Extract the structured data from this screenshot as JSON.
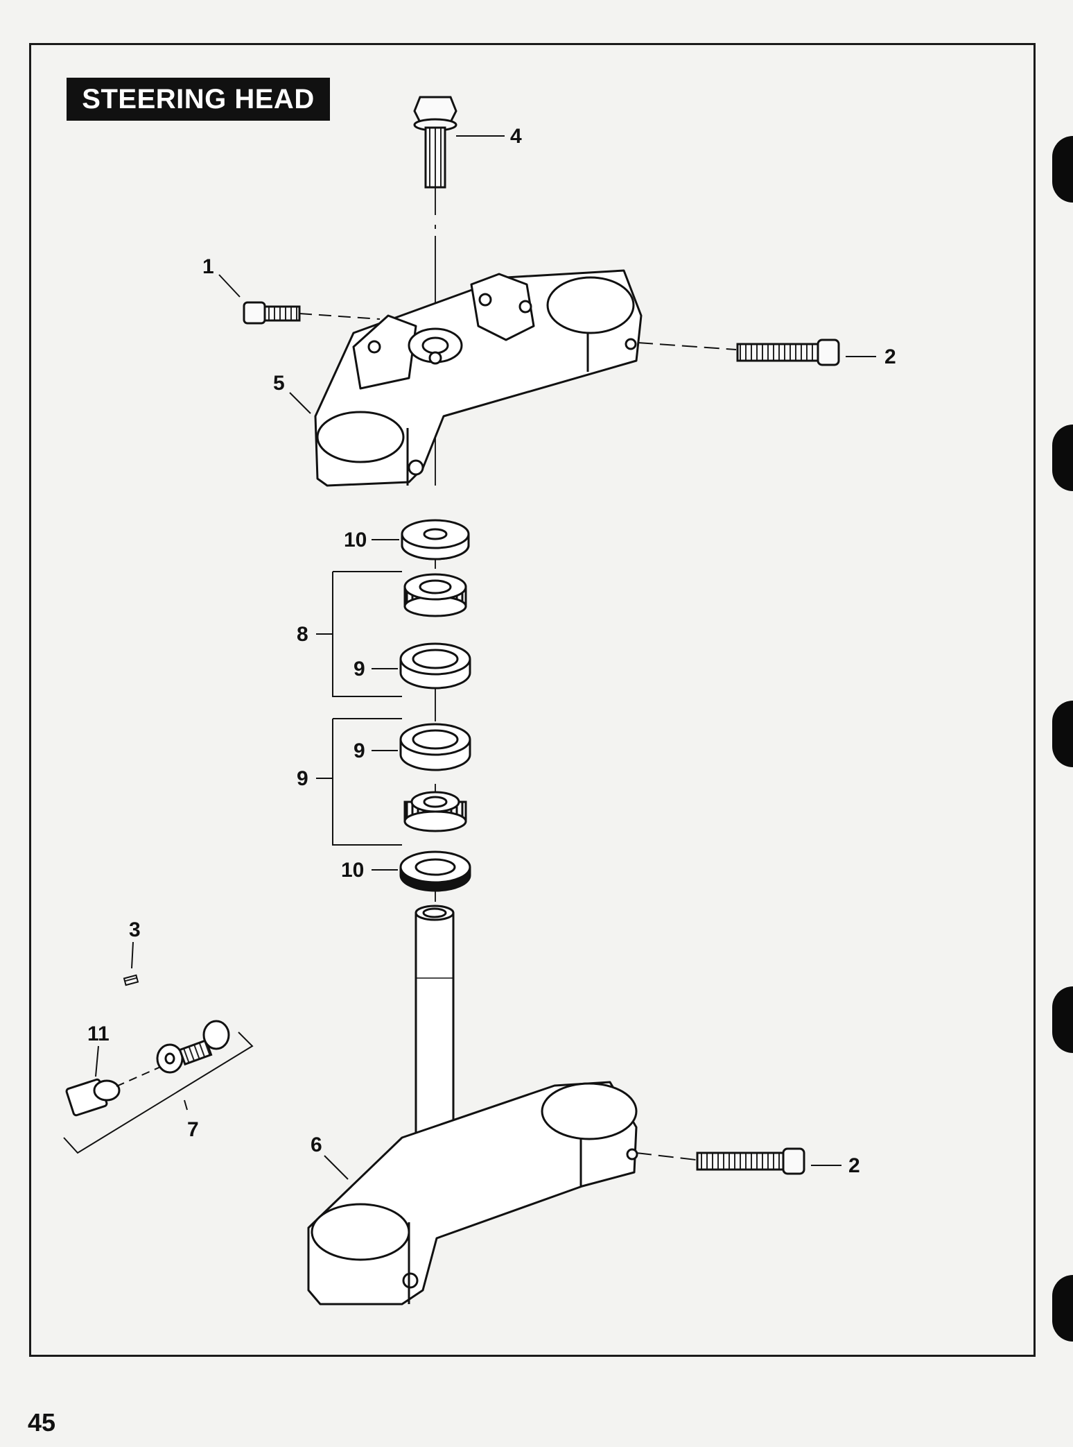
{
  "title": "STEERING HEAD",
  "page_number": "45",
  "callouts": {
    "c1": "1",
    "c2_top": "2",
    "c2_bottom": "2",
    "c3": "3",
    "c4": "4",
    "c5": "5",
    "c6": "6",
    "c7": "7",
    "c8": "8",
    "c9_group": "9",
    "c9_upper": "9",
    "c9_lower": "9",
    "c10_upper": "10",
    "c10_lower": "10",
    "c11": "11"
  }
}
